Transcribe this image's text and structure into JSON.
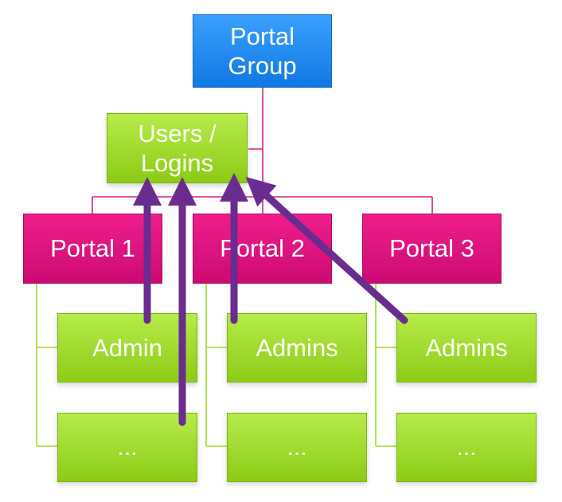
{
  "nodes": {
    "portal_group": "Portal\nGroup",
    "users_logins": "Users /\nLogins",
    "portal_1": "Portal 1",
    "portal_2": "Portal 2",
    "portal_3": "Portal 3",
    "admin_1": "Admin",
    "admins_2": "Admins",
    "admins_3": "Admins",
    "more_1": "...",
    "more_2": "...",
    "more_3": "..."
  },
  "colors": {
    "root": "#1a86ee",
    "portal": "#e0167f",
    "leaf": "#9fdb26",
    "connector_magenta": "#d4217e",
    "connector_green": "#9fdb26",
    "arrow": "#6a2c8f"
  }
}
